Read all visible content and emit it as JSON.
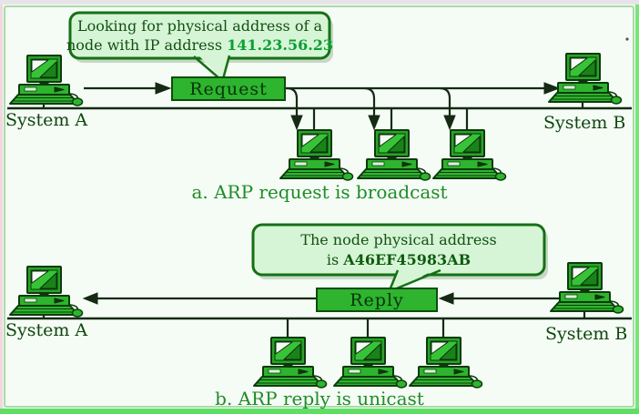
{
  "figure": {
    "title_meaning": "ARP operation",
    "section_a": {
      "bubble": {
        "line1": "Looking for physical address of a",
        "line2_prefix": "node with IP address ",
        "highlight": "141.23.56.23"
      },
      "packet_label": "Request",
      "system_left": "System A",
      "system_right": "System B",
      "caption": "a. ARP request is broadcast"
    },
    "section_b": {
      "bubble": {
        "line1": "The node physical address",
        "line2_prefix": "is ",
        "highlight": "A46EF45983AB"
      },
      "packet_label": "Reply",
      "system_left": "System A",
      "system_right": "System B",
      "caption": "b. ARP reply is unicast"
    }
  },
  "icons": {
    "computer": "desktop-computer-icon",
    "arrow": "arrowhead-icon",
    "bubble_tail": "speech-bubble-tail"
  },
  "colors": {
    "background": "#f5fbf5",
    "bubble_fill": "#d6f5d6",
    "bubble_border": "#157015",
    "packet_box_fill": "#2eb42e",
    "packet_box_border": "#0b4d0b",
    "line": "#142a14",
    "caption_text": "#1f8c28",
    "label_text": "#0d470d",
    "highlight_ip": "#0aa032",
    "highlight_mac": "#0d5c0d",
    "strip_top": "#e6e3e9",
    "strip_left": "#f3d6de",
    "strip_right": "#79e579",
    "strip_bottom": "#5ede63"
  }
}
